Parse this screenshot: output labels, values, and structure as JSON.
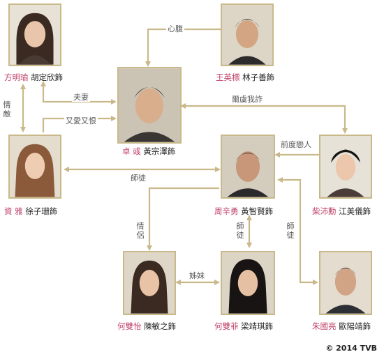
{
  "people": {
    "fang": {
      "character": "方明瑜",
      "actor": "胡定欣飾"
    },
    "wang": {
      "character": "王英標",
      "actor": "林子善飾"
    },
    "zhuo": {
      "character": "卓 彧",
      "actor": "黃宗澤飾"
    },
    "zi": {
      "character": "資 雅",
      "actor": "徐子珊飾"
    },
    "zhou": {
      "character": "周辛勇",
      "actor": "黃智賢飾"
    },
    "chai": {
      "character": "柴沛勳",
      "actor": "江美儀飾"
    },
    "heyi": {
      "character": "何雙怡",
      "actor": "陳敏之飾"
    },
    "hefei": {
      "character": "何雙菲",
      "actor": "梁靖琪飾"
    },
    "zhu": {
      "character": "朱國亮",
      "actor": "歐陽靖飾"
    }
  },
  "relations": {
    "xinfu": "心腹",
    "fuqi": "夫妻",
    "qingdi": "情敵",
    "aihen": "又愛又恨",
    "erwo": "爾虞我詐",
    "qiandu": "前度戀人",
    "shitu_zi": "師徒",
    "qinglv": "情侶",
    "shitu_hefei": "師徒",
    "shitu_zhu": "師徒",
    "zimei": "姊妹"
  },
  "copyright": "© 2014 TVB",
  "colors": {
    "arrow": "#c9b98a",
    "character_name": "#c0436a"
  }
}
